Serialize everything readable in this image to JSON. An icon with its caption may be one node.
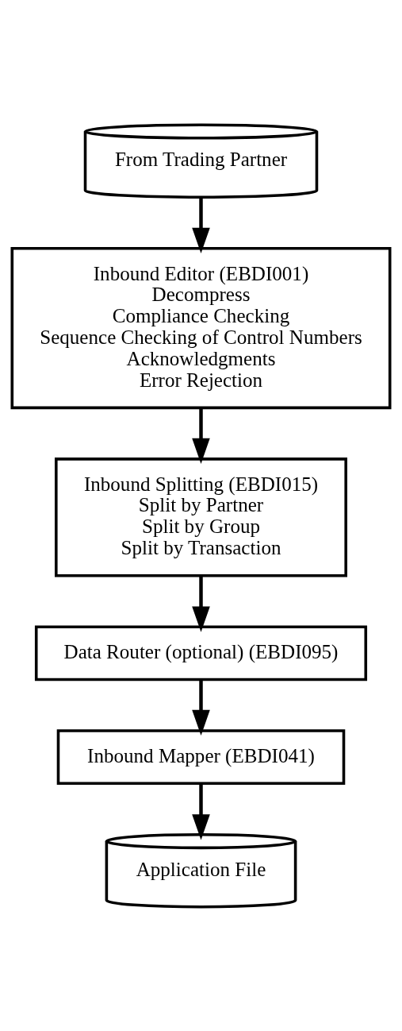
{
  "diagram": {
    "nodes": [
      {
        "text": [
          "From Trading Partner"
        ]
      },
      {
        "text": [
          "Inbound Editor (EBDI001)",
          "Decompress",
          "Compliance Checking",
          "Sequence Checking of Control Numbers",
          "Acknowledgments",
          "Error Rejection"
        ]
      },
      {
        "text": [
          "Inbound Splitting (EBDI015)",
          "Split by Partner",
          "Split by Group",
          "Split by Transaction"
        ]
      },
      {
        "text": [
          "Data Router (optional) (EBDI095)"
        ]
      },
      {
        "text": [
          "Inbound Mapper (EBDI041)"
        ]
      },
      {
        "text": [
          "Application File"
        ]
      }
    ],
    "edges": [
      {
        "from": 0,
        "to": 1,
        "arrow": "to"
      },
      {
        "from": 1,
        "to": 2,
        "arrow": "to"
      },
      {
        "from": 2,
        "to": 3,
        "arrow": "to"
      },
      {
        "from": 3,
        "to": 4,
        "arrow": "to"
      },
      {
        "from": 4,
        "to": 5,
        "arrow": "to"
      }
    ]
  }
}
